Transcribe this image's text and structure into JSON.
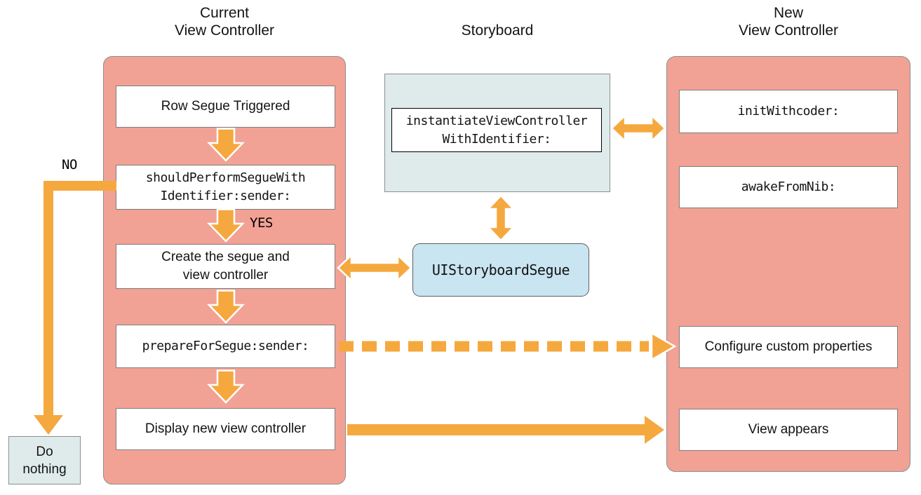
{
  "colors": {
    "orange": "#F5A83E",
    "salmon": "#F1A294",
    "panel_border": "#8E8E8E",
    "storyboard_fill": "#DFEBEB",
    "segue_fill": "#C9E5F1",
    "box_border": "#7E7E7E"
  },
  "headers": {
    "current": "Current\nView Controller",
    "storyboard": "Storyboard",
    "new": "New\nView Controller"
  },
  "current": {
    "steps": [
      {
        "label": "Row Segue Triggered"
      },
      {
        "label": "shouldPerformSegueWith\nIdentifier:sender:"
      },
      {
        "label": "Create the segue and\nview controller"
      },
      {
        "label": "prepareForSegue:sender:"
      },
      {
        "label": "Display new view controller"
      }
    ]
  },
  "storyboard": {
    "instantiate": "instantiateViewController\nWithIdentifier:",
    "segue_class": "UIStoryboardSegue"
  },
  "new": {
    "steps": [
      {
        "label": "initWithcoder:"
      },
      {
        "label": "awakeFromNib:"
      },
      {
        "label": "Configure custom properties"
      },
      {
        "label": "View appears"
      }
    ]
  },
  "branch": {
    "no": "NO",
    "yes": "YES",
    "do_nothing": "Do\nnothing"
  }
}
